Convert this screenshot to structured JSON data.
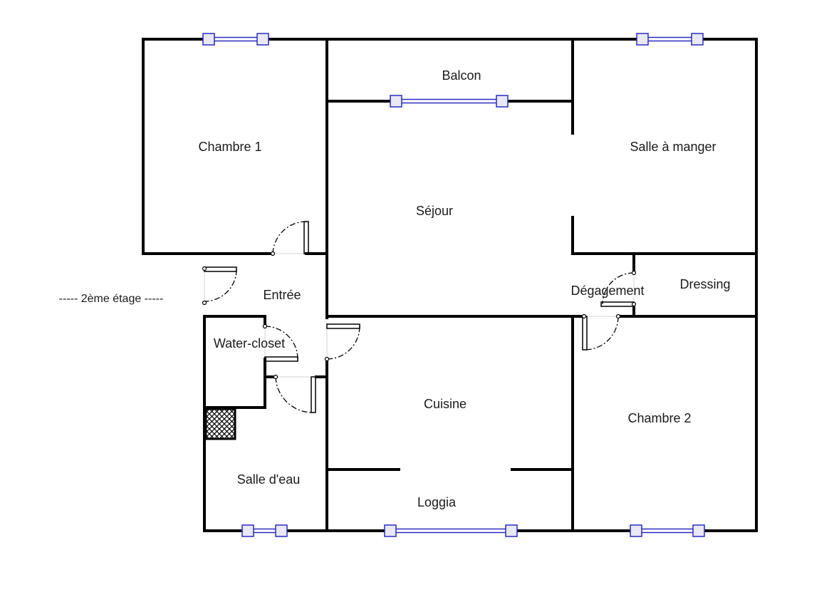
{
  "floor_label": "----- 2ème étage -----",
  "rooms": {
    "chambre1": "Chambre 1",
    "balcon": "Balcon",
    "salle_a_manger": "Salle à manger",
    "sejour": "Séjour",
    "entree": "Entrée",
    "degagement": "Dégagement",
    "dressing": "Dressing",
    "water_closet": "Water-closet",
    "cuisine": "Cuisine",
    "chambre2": "Chambre 2",
    "salle_deau": "Salle d'eau",
    "loggia": "Loggia"
  },
  "colors": {
    "wall": "#000000",
    "window": "#2b2bbf",
    "window_fill": "#e8e8f6",
    "background": "#ffffff"
  }
}
